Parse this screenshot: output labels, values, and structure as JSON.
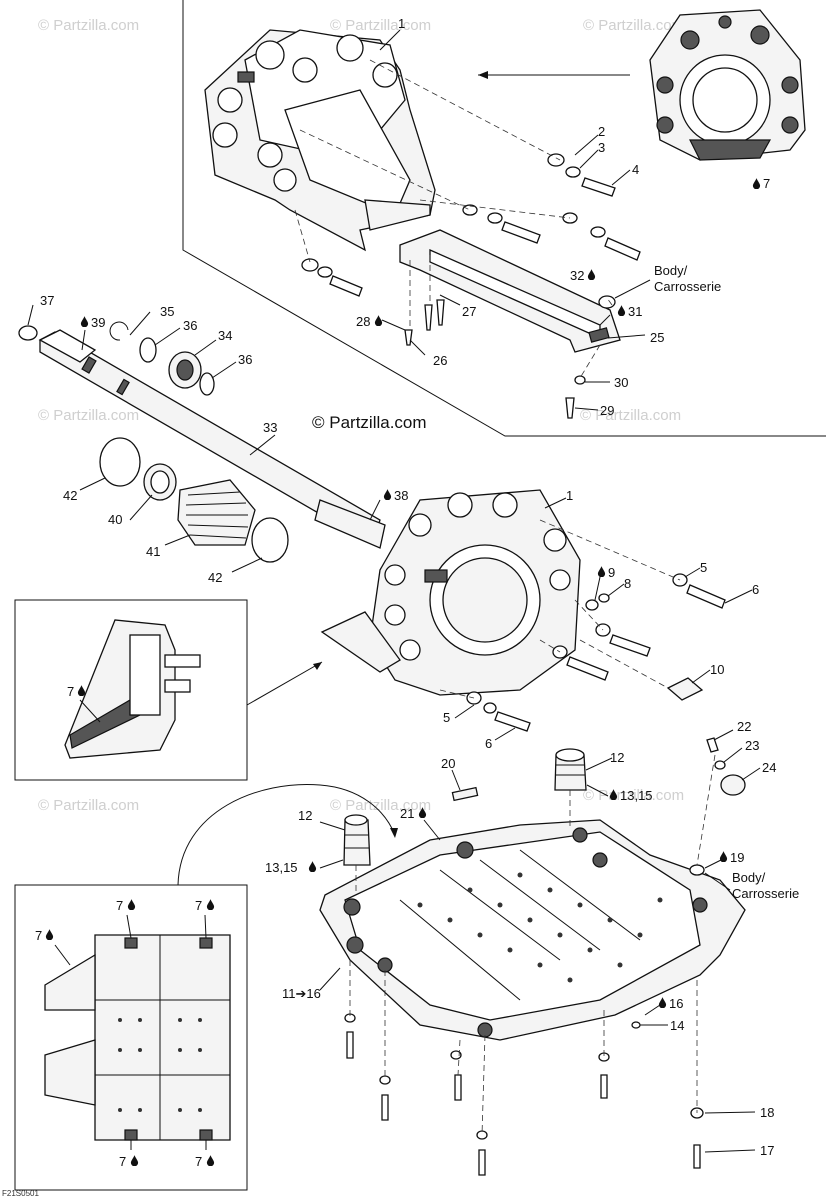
{
  "watermarks": [
    "© Partzilla.com",
    "© Partzilla.com",
    "© Partzilla.com",
    "© Partzilla.com",
    "© Partzilla.com",
    "© Partzilla.com",
    "© Partzilla.com",
    "© Partzilla.com"
  ],
  "center_watermark": "© Partzilla.com",
  "diagram_code": "F21S0501",
  "callouts": {
    "c1a": "1",
    "c2": "2",
    "c3": "3",
    "c4": "4",
    "c7a": "7",
    "body1a": "Body/",
    "body1b": "Carrosserie",
    "c32": "32",
    "c31": "31",
    "c25": "25",
    "c27": "27",
    "c28": "28",
    "c26": "26",
    "c30": "30",
    "c29": "29",
    "c37": "37",
    "c39": "39",
    "c35": "35",
    "c36a": "36",
    "c34": "34",
    "c36b": "36",
    "c33": "33",
    "c42a": "42",
    "c40": "40",
    "c41": "41",
    "c42b": "42",
    "c38": "38",
    "c1b": "1",
    "c5a": "5",
    "c9": "9",
    "c8": "8",
    "c6a": "6",
    "c10": "10",
    "c5b": "5",
    "c6b": "6",
    "c7b": "7",
    "c22": "22",
    "c23": "23",
    "c24": "24",
    "c12a": "12",
    "c1315a": "13,15",
    "c20": "20",
    "c21": "21",
    "c12b": "12",
    "c1315b": "13,15",
    "c19": "19",
    "body2a": "Body/",
    "body2b": "Carrosserie",
    "c1116": "11➔16",
    "c16": "16",
    "c14": "14",
    "c18": "18",
    "c17": "17",
    "i7a": "7",
    "i7b": "7",
    "i7c": "7",
    "i7d": "7",
    "i7e": "7"
  }
}
